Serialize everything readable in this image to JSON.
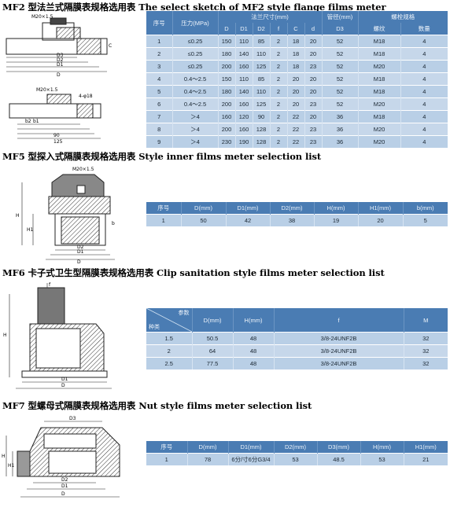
{
  "sections": {
    "mf2": {
      "title": "MF2 型法兰式隔膜表规格选用表 The select sketch of MF2 style flange films meter",
      "sketch_labels": {
        "top_thread": "M20×1.5",
        "d3": "D3",
        "d2": "D2",
        "d1": "D1",
        "d": "D",
        "bot_thread": "M20×1.5",
        "bolt": "4-φ18",
        "b2": "b2",
        "b1": "b1",
        "dim90": "90",
        "dim125": "125",
        "c": "C"
      },
      "header_row1": [
        "序号",
        "压力(MPa)",
        "法兰尺寸(mm)",
        "管径(mm)",
        "螺栓规格"
      ],
      "header_row2": [
        "D",
        "D1",
        "D2",
        "f",
        "C",
        "d",
        "D3",
        "螺纹",
        "数量"
      ],
      "rows": [
        [
          "1",
          "≤0.25",
          "150",
          "110",
          "85",
          "2",
          "18",
          "20",
          "52",
          "M18",
          "4"
        ],
        [
          "2",
          "≤0.25",
          "180",
          "140",
          "110",
          "2",
          "18",
          "20",
          "52",
          "M18",
          "4"
        ],
        [
          "3",
          "≤0.25",
          "200",
          "160",
          "125",
          "2",
          "18",
          "23",
          "52",
          "M20",
          "4"
        ],
        [
          "4",
          "0.4～2.5",
          "150",
          "110",
          "85",
          "2",
          "20",
          "20",
          "52",
          "M18",
          "4"
        ],
        [
          "5",
          "0.4～2.5",
          "180",
          "140",
          "110",
          "2",
          "20",
          "20",
          "52",
          "M18",
          "4"
        ],
        [
          "6",
          "0.4～2.5",
          "200",
          "160",
          "125",
          "2",
          "20",
          "23",
          "52",
          "M20",
          "4"
        ],
        [
          "7",
          "＞4",
          "160",
          "120",
          "90",
          "2",
          "22",
          "20",
          "36",
          "M18",
          "4"
        ],
        [
          "8",
          "＞4",
          "200",
          "160",
          "128",
          "2",
          "22",
          "23",
          "36",
          "M20",
          "4"
        ],
        [
          "9",
          "＞4",
          "230",
          "190",
          "128",
          "2",
          "22",
          "23",
          "36",
          "M20",
          "4"
        ]
      ]
    },
    "mf5": {
      "title": "MF5 型探入式隔膜表规格选用表 Style inner films meter selection list",
      "sketch_labels": {
        "thread": "M20×1.5",
        "h": "H",
        "h1": "H1",
        "b": "b",
        "d2": "D2",
        "d1": "D1",
        "d": "D"
      },
      "header": [
        "序号",
        "D(mm)",
        "D1(mm)",
        "D2(mm)",
        "H(mm)",
        "H1(mm)",
        "b(mm)"
      ],
      "rows": [
        [
          "1",
          "50",
          "42",
          "38",
          "19",
          "20",
          "5"
        ]
      ]
    },
    "mf6": {
      "title": "MF6 卡子式卫生型隔膜表规格选用表 Clip sanitation style films meter selection list",
      "sketch_labels": {
        "f": "f",
        "h": "H",
        "d1": "D1",
        "d": "D"
      },
      "header_diag_a": "参数",
      "header_diag_b": "种类",
      "header": [
        "D(mm)",
        "H(mm)",
        "f",
        "M"
      ],
      "rows": [
        [
          "1.5",
          "50.5",
          "48",
          "3/8-24UNF2B",
          "32"
        ],
        [
          "2",
          "64",
          "48",
          "3/8-24UNF2B",
          "32"
        ],
        [
          "2.5",
          "77.5",
          "48",
          "3/8-24UNF2B",
          "32"
        ]
      ]
    },
    "mf7": {
      "title": "MF7 型螺母式隔膜表规格选用表 Nut style films meter selection list",
      "sketch_labels": {
        "d3": "D3",
        "h": "H",
        "h1": "H1",
        "d2": "D2",
        "d1": "D1",
        "d": "D"
      },
      "header": [
        "序号",
        "D(mm)",
        "D1(mm)",
        "D2(mm)",
        "D3(mm)",
        "H(mm)",
        "H1(mm)"
      ],
      "rows": [
        [
          "1",
          "78",
          "6分/寸6分G3/4",
          "53",
          "48.5",
          "53",
          "21"
        ]
      ]
    }
  }
}
